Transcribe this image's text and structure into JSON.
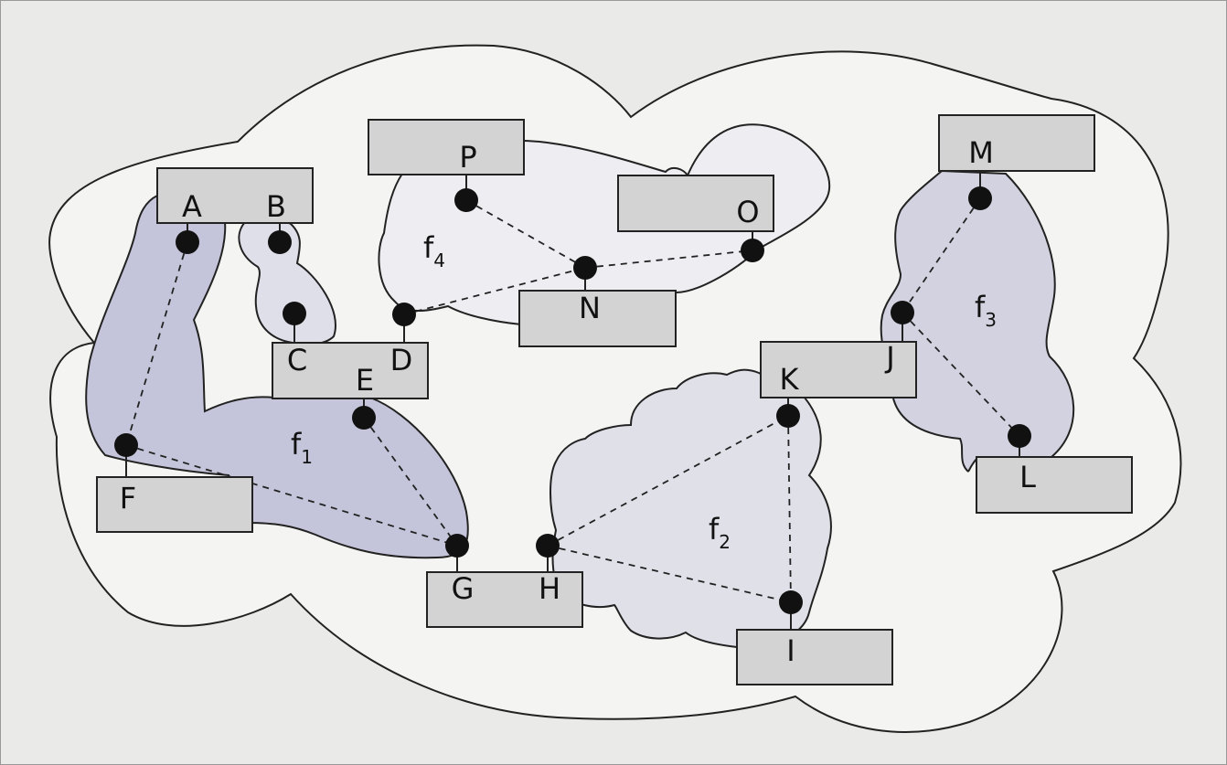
{
  "diagram": {
    "boxes": {
      "ab": {
        "labels": [
          "A",
          "B"
        ]
      },
      "p": {
        "labels": [
          "P"
        ]
      },
      "o": {
        "labels": [
          "O"
        ]
      },
      "m": {
        "labels": [
          "M"
        ]
      },
      "n": {
        "labels": [
          "N"
        ]
      },
      "cde": {
        "labels": [
          "C",
          "D",
          "E"
        ]
      },
      "jk": {
        "labels": [
          "J",
          "K"
        ]
      },
      "f": {
        "labels": [
          "F"
        ]
      },
      "l": {
        "labels": [
          "L"
        ]
      },
      "gh": {
        "labels": [
          "G",
          "H"
        ]
      },
      "i": {
        "labels": [
          "I"
        ]
      }
    },
    "regions": [
      {
        "name": "f1",
        "base": "f",
        "sub": "1",
        "color": "#c4c4da"
      },
      {
        "name": "f2",
        "base": "f",
        "sub": "2",
        "color": "#e0e0e9"
      },
      {
        "name": "f3",
        "base": "f",
        "sub": "3",
        "color": "#d2d2e0"
      },
      {
        "name": "f4",
        "base": "f",
        "sub": "4",
        "color": "#ededf2"
      }
    ],
    "colors": {
      "background": "#eaeae8",
      "cloud": "#f4f4f2",
      "box": "#d3d3d3",
      "bc_region": "#dfdfea",
      "node": "#111111"
    }
  }
}
